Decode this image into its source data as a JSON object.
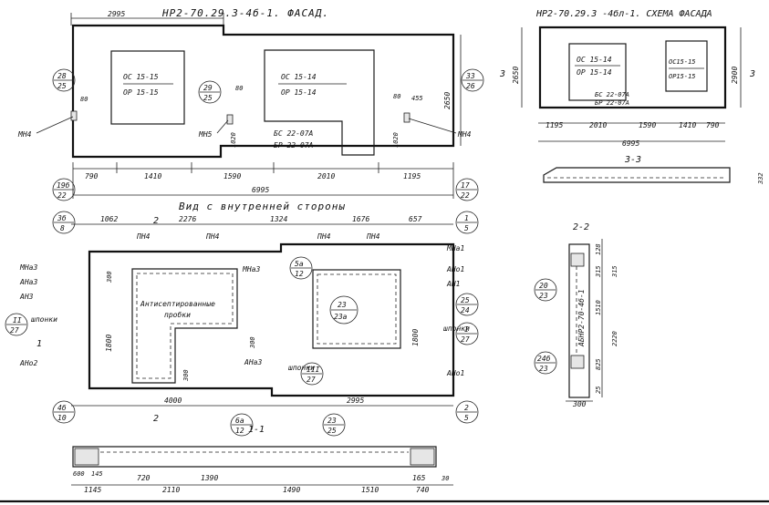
{
  "titles": {
    "facade": "НР2-70.29.3-4б-1. ФАСАД.",
    "scheme": "НР2-70.29.3 -4бл-1. СХЕМА ФАСАДА",
    "inner_view": "Вид с внутренней стороны",
    "sec33": "3-3",
    "sec22": "2-2",
    "sec11": "1-1"
  },
  "facade": {
    "top_dim": "2995",
    "win1_a": "ОС 15-15",
    "win1_b": "ОР 15-15",
    "win2_a": "ОС 15-14",
    "win2_b": "ОР 15-14",
    "bc1": "БС 22-07А",
    "bc2": "БР 22-07А",
    "h_right": "2650",
    "d80a": "80",
    "d80b": "80",
    "d80c": "80",
    "d455": "455",
    "d1020a": "1020",
    "d1020b": "1020",
    "mh4a": "МН4",
    "mh5": "МН5",
    "mh4b": "МН4",
    "bot_dims": [
      "790",
      "1410",
      "1590",
      "2010",
      "1195"
    ],
    "total": "6995",
    "call1": [
      "28",
      "25"
    ],
    "call2": [
      "29",
      "25"
    ],
    "call3": [
      "33",
      "26"
    ]
  },
  "scheme": {
    "win_a1": "ОС 15-14",
    "win_a2": "ОР 15-14",
    "win_b1": "ОС15-15",
    "win_b2": "ОР15-15",
    "bc1": "БС 22-07А",
    "bc2": "БР 22-07А",
    "h_left": "2650",
    "h_right": "2900",
    "cut_l": "3",
    "cut_r": "3",
    "dims": [
      "1195",
      "2010",
      "1590",
      "1410",
      "790"
    ],
    "total": "6995",
    "d332": "332"
  },
  "inner": {
    "top_dims": [
      "1062",
      "2276",
      "1324",
      "1676",
      "657"
    ],
    "pn": [
      "ПН4",
      "ПН4",
      "ПН4",
      "ПН4"
    ],
    "labels_left": [
      "МНа3",
      "АНа3",
      "АН3",
      "шпонки",
      "АНо2"
    ],
    "labels_right": [
      "МНа1",
      "АНо1",
      "АН1",
      "шпонки",
      "АНо1"
    ],
    "mid_labels": [
      "МНа3",
      "АНа3",
      "шпонки"
    ],
    "antisep1": "Антисептированные",
    "antisep2": "пробки",
    "d300a": "300",
    "d300b": "300",
    "d300c": "300",
    "d1800a": "1800",
    "d1800b": "1800",
    "bot_dims": [
      "4000",
      "2995"
    ],
    "cut2": "2",
    "cut1": "1",
    "call_tl": [
      "19б",
      "22"
    ],
    "call_3b": [
      "3б",
      "8"
    ],
    "call_II": [
      "II",
      "27"
    ],
    "call_4b": [
      "4б",
      "10"
    ],
    "call_6a": [
      "6а",
      "12"
    ],
    "call_5a": [
      "5а",
      "12"
    ],
    "call_23": [
      "23",
      "23а"
    ],
    "call_III": [
      "III",
      "27"
    ],
    "call_17": [
      "17",
      "22"
    ],
    "call_1": [
      "1",
      "5"
    ],
    "call_25": [
      "25",
      "24"
    ],
    "call_I": [
      "I",
      "27"
    ],
    "call_2": [
      "2",
      "5"
    ]
  },
  "sec22": {
    "mark": "АБНР2-70-4б-1",
    "dims": [
      "128",
      "315",
      "315",
      "1510",
      "2220",
      "825",
      "25"
    ],
    "w": "300",
    "call_20": [
      "20",
      "23"
    ],
    "call_24": [
      "24б",
      "23"
    ]
  },
  "sec11": {
    "dims": [
      "600",
      "145",
      "720",
      "1390",
      "165",
      "30"
    ],
    "bot": [
      "1145",
      "2110",
      "1490",
      "1510",
      "740"
    ],
    "call": [
      "23",
      "25"
    ]
  }
}
